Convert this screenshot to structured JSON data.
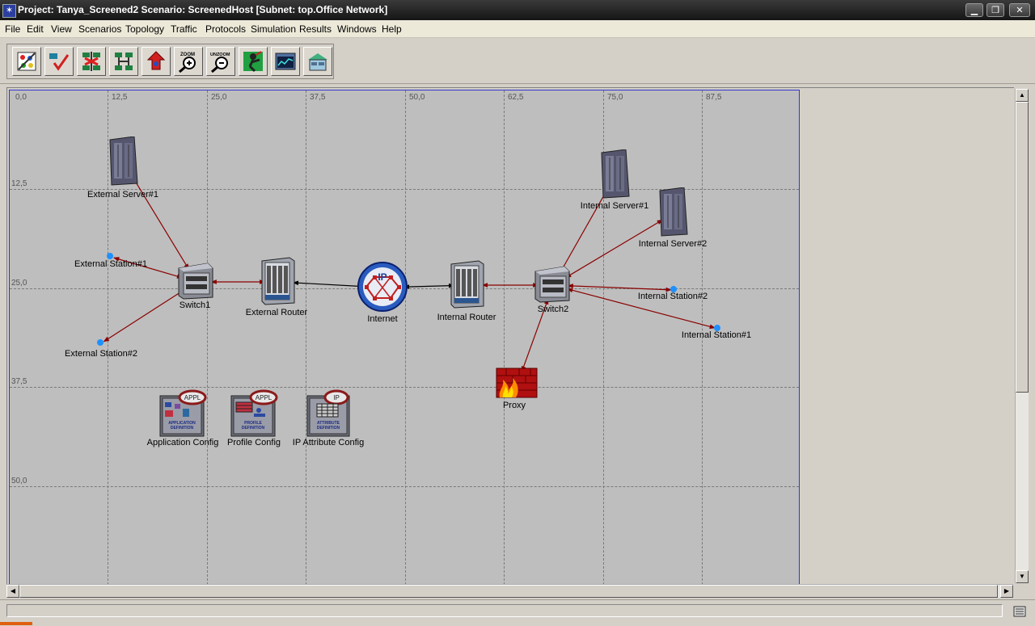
{
  "window": {
    "title": "Project: Tanya_Screened2 Scenario: ScreenedHost  [Subnet: top.Office Network]",
    "app_icon_glyph": "✶",
    "controls": [
      "minimize",
      "maximize",
      "close"
    ]
  },
  "menu": [
    "File",
    "Edit",
    "View",
    "Scenarios",
    "Topology",
    "Traffic",
    "Protocols",
    "Simulation",
    "Results",
    "Windows",
    "Help"
  ],
  "toolbar": {
    "buttons": [
      {
        "name": "object-palette",
        "icon": "palette-icon"
      },
      {
        "name": "check-links",
        "icon": "check-links-icon"
      },
      {
        "name": "fail-node",
        "icon": "fail-node-icon"
      },
      {
        "name": "recover-node",
        "icon": "recover-node-icon"
      },
      {
        "name": "return-to-parent",
        "icon": "up-subnet-icon"
      },
      {
        "name": "zoom",
        "icon": "zoom-in-icon",
        "text": "ZOOM"
      },
      {
        "name": "unzoom",
        "icon": "zoom-out-icon",
        "text": "UNZOOM"
      },
      {
        "name": "configure-simulation",
        "icon": "run-simulation-icon"
      },
      {
        "name": "view-results",
        "icon": "view-results-icon"
      },
      {
        "name": "hide-graphs",
        "icon": "hide-graphs-icon"
      }
    ]
  },
  "canvas": {
    "x_ticks": [
      "0,0",
      "12,5",
      "25,0",
      "37,5",
      "50,0",
      "62,5",
      "75,0",
      "87,5"
    ],
    "y_ticks": [
      "12,5",
      "25,0",
      "37,5",
      "50,0"
    ]
  },
  "nodes": [
    {
      "id": "ext-server-1",
      "label": "External Server#1",
      "kind": "server"
    },
    {
      "id": "ext-station-1",
      "label": "External Station#1",
      "kind": "station"
    },
    {
      "id": "ext-station-2",
      "label": "External Station#2",
      "kind": "station"
    },
    {
      "id": "switch1",
      "label": "Switch1",
      "kind": "switch"
    },
    {
      "id": "ext-router",
      "label": "External Router",
      "kind": "router"
    },
    {
      "id": "internet",
      "label": "Internet",
      "kind": "ip-cloud",
      "badge": "IP"
    },
    {
      "id": "int-router",
      "label": "Internal Router",
      "kind": "router"
    },
    {
      "id": "switch2",
      "label": "Switch2",
      "kind": "switch"
    },
    {
      "id": "proxy",
      "label": "Proxy",
      "kind": "firewall"
    },
    {
      "id": "int-server-1",
      "label": "Internal Server#1",
      "kind": "server"
    },
    {
      "id": "int-server-2",
      "label": "Internal Server#2",
      "kind": "server"
    },
    {
      "id": "int-station-2",
      "label": "Internal Station#2",
      "kind": "station"
    },
    {
      "id": "int-station-1",
      "label": "Internal Station#1",
      "kind": "station"
    },
    {
      "id": "app-config",
      "label": "Application Config",
      "kind": "config",
      "badge": "APPL",
      "inner": "APPLICATION DEFINITION"
    },
    {
      "id": "profile-config",
      "label": "Profile Config",
      "kind": "config",
      "badge": "APPL",
      "inner": "PROFILE DEFINITION"
    },
    {
      "id": "ip-attr-config",
      "label": "IP Attribute Config",
      "kind": "config",
      "badge": "IP",
      "inner": "ATTRIBUTE DEFINITION"
    }
  ],
  "links": [
    {
      "from": "ext-server-1",
      "to": "switch1",
      "color": "#8b0000"
    },
    {
      "from": "ext-station-1",
      "to": "switch1",
      "color": "#8b0000"
    },
    {
      "from": "ext-station-2",
      "to": "switch1",
      "color": "#8b0000"
    },
    {
      "from": "switch1",
      "to": "ext-router",
      "color": "#8b0000"
    },
    {
      "from": "ext-router",
      "to": "internet",
      "color": "#000000"
    },
    {
      "from": "internet",
      "to": "int-router",
      "color": "#000000"
    },
    {
      "from": "int-router",
      "to": "switch2",
      "color": "#8b0000"
    },
    {
      "from": "switch2",
      "to": "int-server-1",
      "color": "#8b0000"
    },
    {
      "from": "switch2",
      "to": "int-server-2",
      "color": "#8b0000"
    },
    {
      "from": "switch2",
      "to": "int-station-2",
      "color": "#8b0000"
    },
    {
      "from": "switch2",
      "to": "int-station-1",
      "color": "#8b0000"
    },
    {
      "from": "switch2",
      "to": "proxy",
      "color": "#8b0000"
    }
  ],
  "colors": {
    "titlebar": "#1e1e1e",
    "canvas": "#bebebe",
    "link_red": "#8b0000",
    "station_blue": "#1e90ff",
    "ip_cloud_blue": "#2050b0",
    "firewall_red": "#c01010",
    "config_badge": "#8b1a1a"
  }
}
